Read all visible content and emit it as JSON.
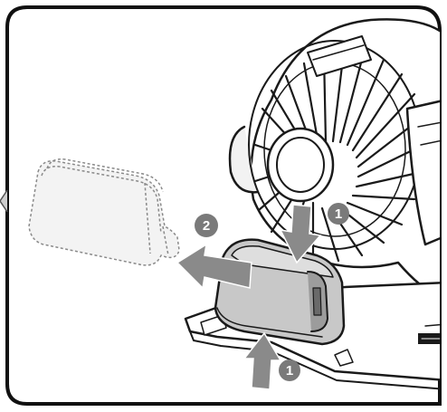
{
  "steps": {
    "press_top": "1",
    "slide_out": "2",
    "press_bottom": "1"
  },
  "colors": {
    "frame": "#111111",
    "badge_fill": "#7a7a7a",
    "arrow_fill": "#8a8a8a",
    "battery_fill": "#c8c8c8",
    "ghost_outline": "#8a8a8a",
    "line_art": "#1a1a1a"
  },
  "icons": [
    "fan-head-icon",
    "battery-pack-icon",
    "ghost-battery-icon",
    "arrow-down-icon",
    "arrow-left-icon",
    "arrow-up-icon",
    "chevron-left-icon"
  ]
}
